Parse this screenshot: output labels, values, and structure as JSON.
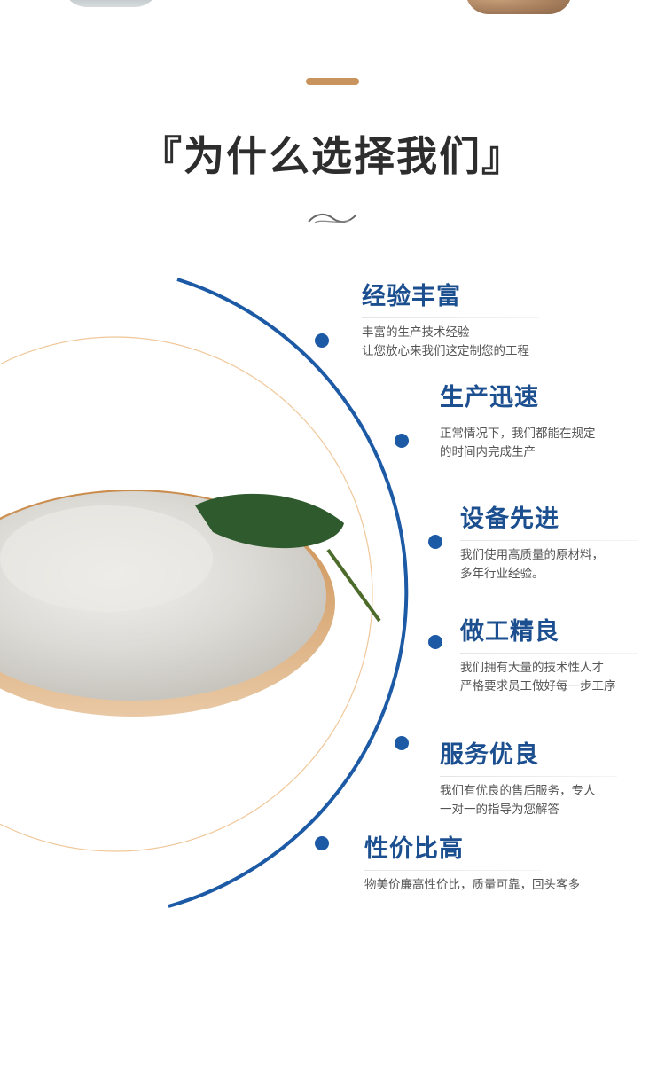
{
  "header": {
    "title": "『为什么选择我们』"
  },
  "features": [
    {
      "title": "经验丰富",
      "lines": [
        "丰富的生产技术经验",
        "让您放心来我们这定制您的工程"
      ]
    },
    {
      "title": "生产迅速",
      "lines": [
        "正常情况下，我们都能在规定",
        "的时间内完成生产"
      ]
    },
    {
      "title": "设备先进",
      "lines": [
        "我们使用高质量的原材料，",
        "多年行业经验。"
      ]
    },
    {
      "title": "做工精良",
      "lines": [
        "我们拥有大量的技术性人才",
        "严格要求员工做好每一步工序"
      ]
    },
    {
      "title": "服务优良",
      "lines": [
        "我们有优良的售后服务，专人",
        "一对一的指导为您解答"
      ]
    },
    {
      "title": "性价比高",
      "lines": [
        "物美价廉高性价比，质量可靠，回头客多"
      ]
    }
  ],
  "colors": {
    "accent": "#c9935e",
    "blue": "#1c5aa6",
    "title_blue": "#1c4f8f"
  }
}
